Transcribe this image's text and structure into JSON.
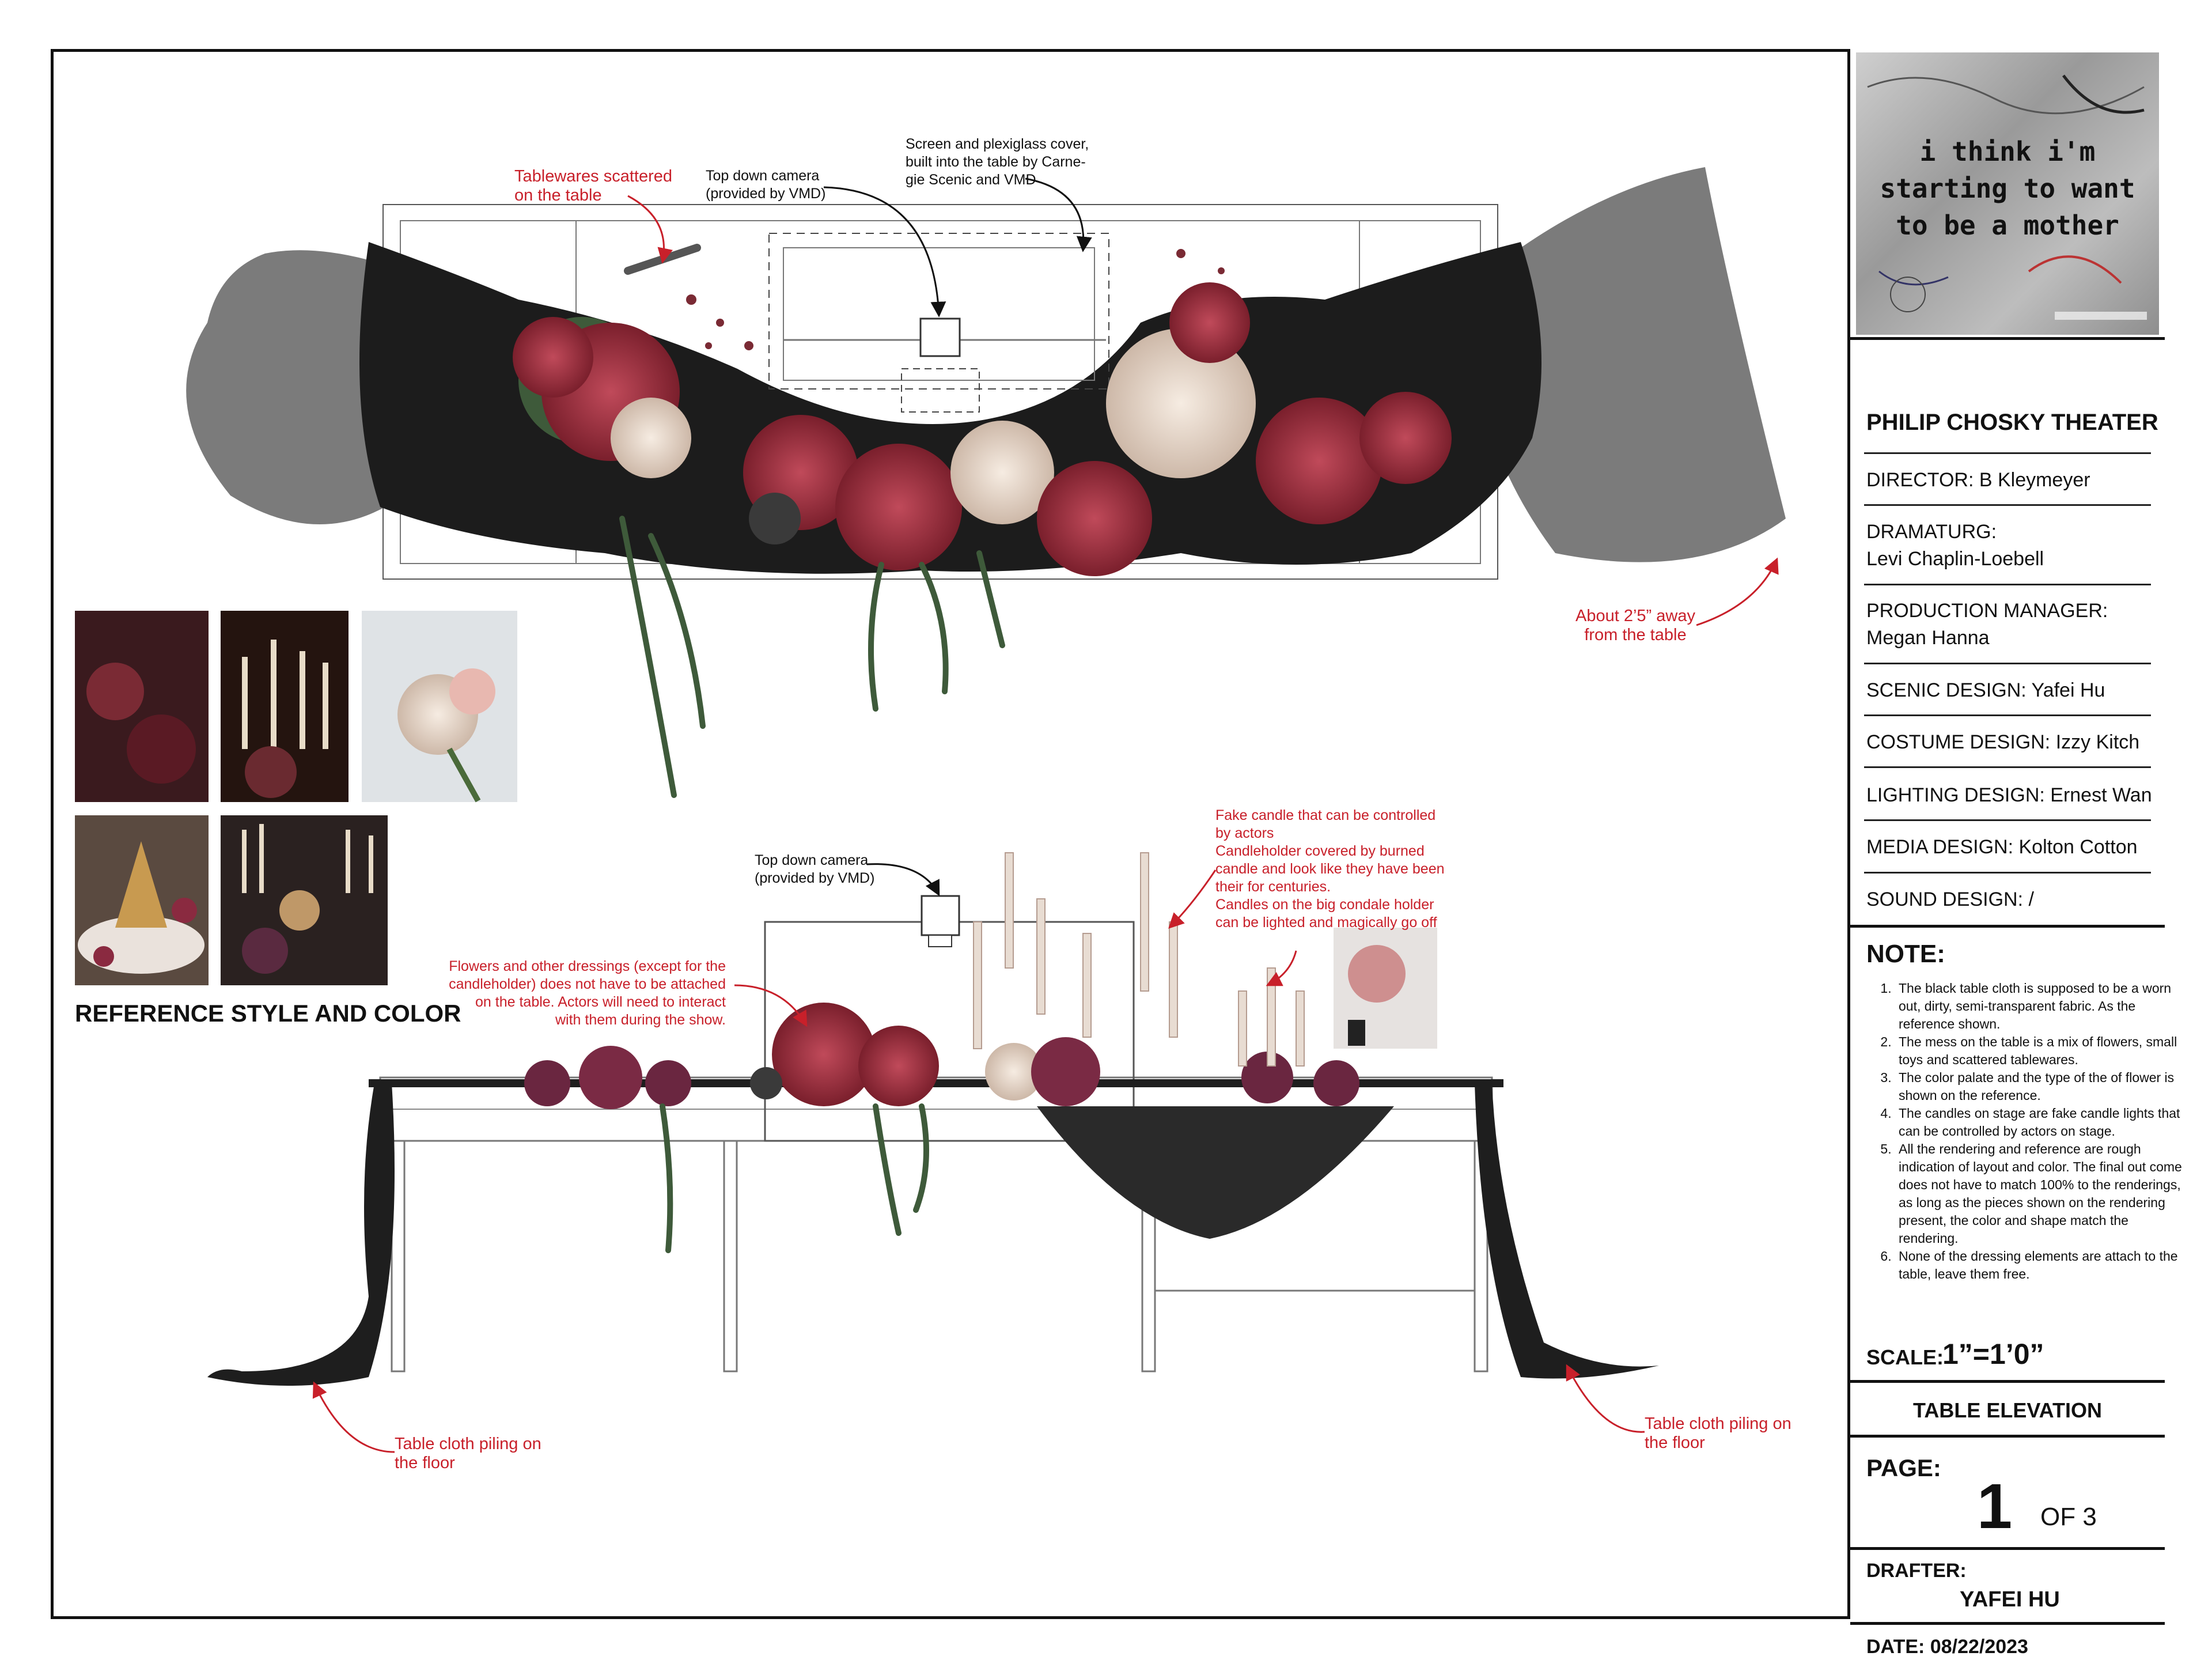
{
  "title_block": {
    "show_title": "i think i'm\nstarting to want\nto be a mother",
    "theater": "PHILIP CHOSKY THEATER",
    "credits": [
      {
        "label": "DIRECTOR: B Kleymeyer"
      },
      {
        "label": "DRAMATURG:",
        "value": "Levi Chaplin-Loebell"
      },
      {
        "label": "PRODUCTION MANAGER:",
        "value": "Megan Hanna"
      },
      {
        "label": "SCENIC DESIGN: Yafei Hu"
      },
      {
        "label": "COSTUME DESIGN: Izzy Kitch"
      },
      {
        "label": "LIGHTING DESIGN: Ernest Wan"
      },
      {
        "label": "MEDIA DESIGN: Kolton Cotton"
      },
      {
        "label": "SOUND DESIGN: /"
      }
    ],
    "note_heading": "NOTE:",
    "notes": [
      "The black table cloth is supposed to be a worn out, dirty, semi-transparent fabric. As the reference shown.",
      "The mess on the table is a mix of flowers, small toys and scattered tablewares.",
      "The color palate and the type of the of flower is shown on the reference.",
      "The candles on stage are fake candle lights that can be controlled by actors on stage.",
      "All the rendering and reference are rough indication of layout and color. The final out come does not have to match 100% to the renderings, as long as the pieces shown on the rendering present, the color and shape match the rendering.",
      "None of the dressing elements are attach to the table, leave them free."
    ],
    "scale_label": "SCALE:",
    "scale_value": "1”=1’0”",
    "sheet_title": "TABLE ELEVATION",
    "page_label": "PAGE:",
    "page_number": "1",
    "page_of": "OF 3",
    "drafter_label": "DRAFTER:",
    "drafter": "YAFEI HU",
    "date": "DATE: 08/22/2023"
  },
  "plan_annotations": {
    "tablewares": "Tablewares scattered\non the table",
    "camera": "Top down camera\n(provided by VMD)",
    "screen": "Screen and plexiglass cover,\nbuilt into the table by Carne-\ngie Scenic and VMD",
    "away": "About 2’5” away\nfrom the table"
  },
  "elevation_annotations": {
    "camera": "Top down camera\n(provided by VMD)",
    "candle": "Fake candle that can be controlled\nby actors\nCandleholder covered by burned\ncandle and look like they have been\ntheir for centuries.\nCandles on the big condale holder\ncan be lighted and magically go off",
    "flowers": "Flowers and other dressings (except for the\ncandleholder) does not have to be attached\non the table. Actors will need to interact\nwith them during the show.",
    "cloth_left": "Table cloth piling on\nthe floor",
    "cloth_right": "Table cloth piling on\nthe floor"
  },
  "reference_heading": "REFERENCE STYLE AND COLOR",
  "colors": {
    "annotation": "#c8202a",
    "rose": "#9b2a3a",
    "cream": "#e8d9cc",
    "leaf": "#3e5a3a",
    "cloth": "#1e1e1e"
  }
}
